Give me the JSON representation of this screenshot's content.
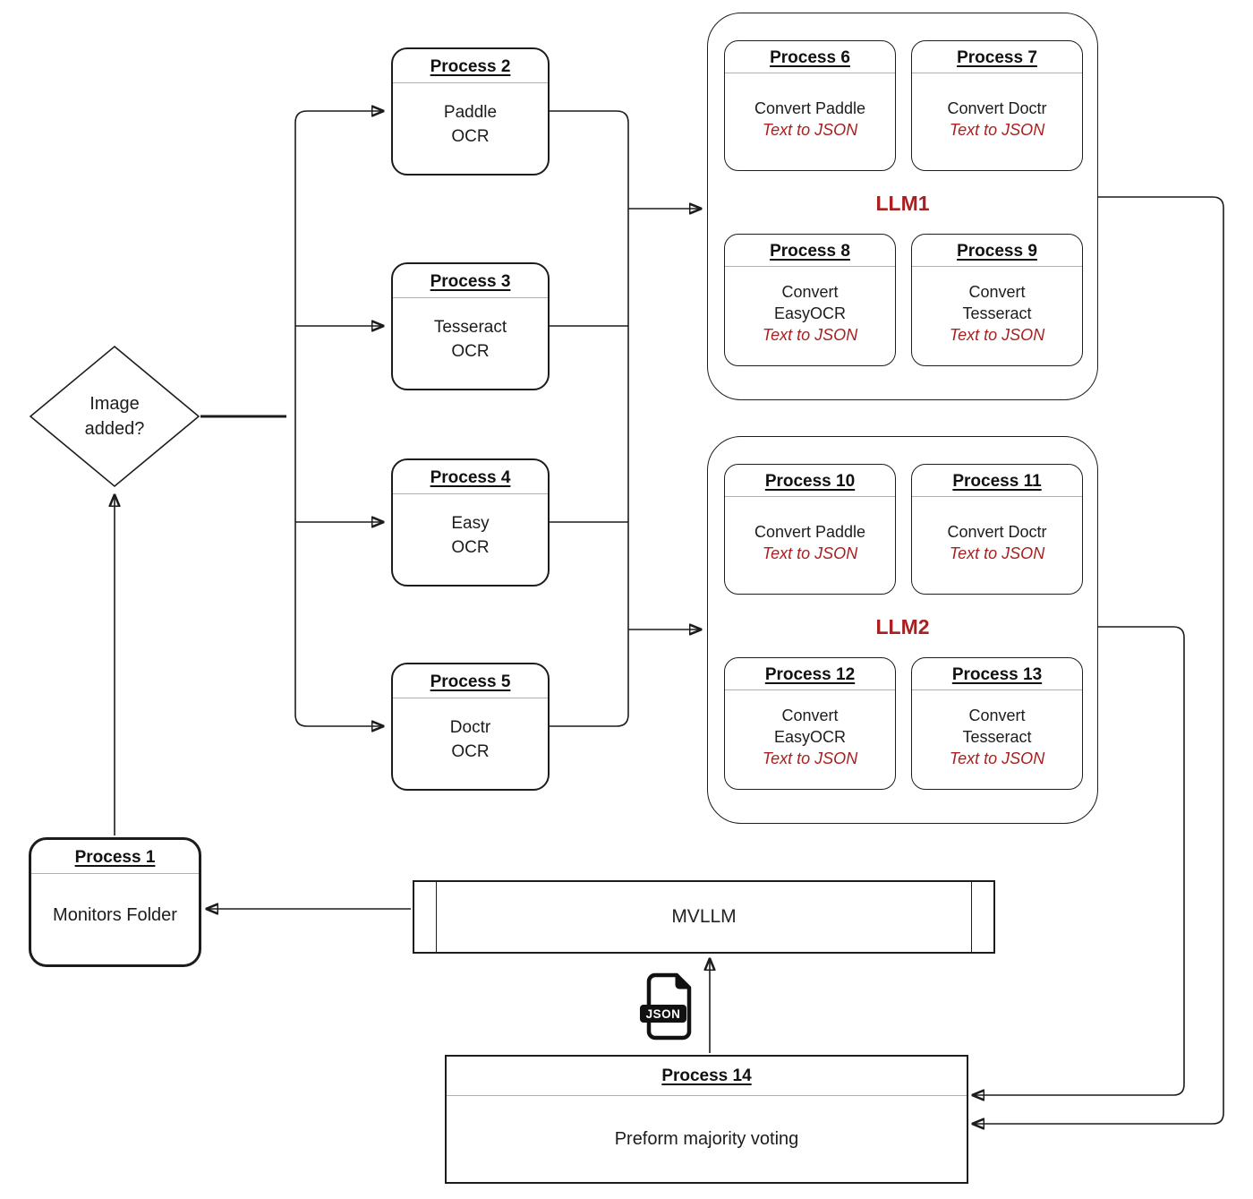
{
  "colors": {
    "line": "#1c1c1c",
    "accent_red": "#a8201f",
    "divider_gray": "#b0b0b0"
  },
  "decision": {
    "label": "Image\nadded?"
  },
  "process1": {
    "title": "Process 1",
    "body": "Monitors Folder"
  },
  "ocr_nodes": [
    {
      "title": "Process 2",
      "body": "Paddle\nOCR"
    },
    {
      "title": "Process 3",
      "body": "Tesseract\nOCR"
    },
    {
      "title": "Process 4",
      "body": "Easy\nOCR"
    },
    {
      "title": "Process 5",
      "body": "Doctr\nOCR"
    }
  ],
  "llm1": {
    "label": "LLM1",
    "nodes": [
      {
        "title": "Process 6",
        "body": "Convert Paddle",
        "sub": "Text to JSON"
      },
      {
        "title": "Process 7",
        "body": "Convert Doctr",
        "sub": "Text to JSON"
      },
      {
        "title": "Process 8",
        "body": "Convert\nEasyOCR",
        "sub": "Text to JSON"
      },
      {
        "title": "Process 9",
        "body": "Convert\nTesseract",
        "sub": "Text to JSON"
      }
    ]
  },
  "llm2": {
    "label": "LLM2",
    "nodes": [
      {
        "title": "Process 10",
        "body": "Convert Paddle",
        "sub": "Text to JSON"
      },
      {
        "title": "Process 11",
        "body": "Convert Doctr",
        "sub": "Text to JSON"
      },
      {
        "title": "Process 12",
        "body": "Convert\nEasyOCR",
        "sub": "Text to JSON"
      },
      {
        "title": "Process 13",
        "body": "Convert\nTesseract",
        "sub": "Text to JSON"
      }
    ]
  },
  "mvllm": {
    "label": "MVLLM"
  },
  "process14": {
    "title": "Process 14",
    "body": "Preform majority voting"
  },
  "json_icon": {
    "label": "JSON"
  }
}
